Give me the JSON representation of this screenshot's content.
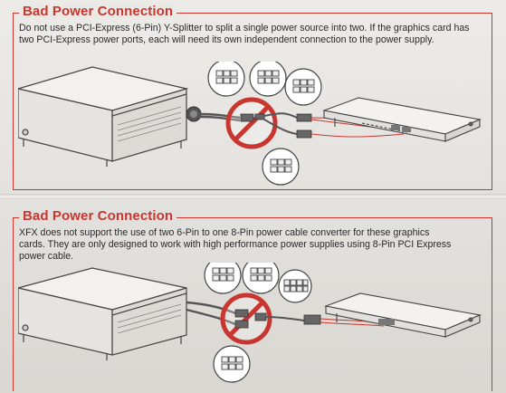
{
  "sections": [
    {
      "title": "Bad Power Connection",
      "body": "Do not use a PCI-Express (6-Pin) Y-Splitter to split a single power source into two. If the graphics card has two PCI-Express power ports, each will need its own independent connection to the power supply."
    },
    {
      "title": "Bad Power Connection",
      "body": "XFX does not support the use of two 6-Pin to one 8-Pin power cable converter for these graphics cards. They are only designed to work with high performance power supplies using 8-Pin PCI Express power cable."
    }
  ],
  "colors": {
    "accent_red": "#c8362f",
    "text": "#2a2a2a",
    "line_art": "#444444"
  },
  "icons": [
    "power-supply-illustration",
    "prohibited-icon",
    "six-pin-connector-icon",
    "eight-pin-connector-icon",
    "graphics-card-illustration"
  ]
}
